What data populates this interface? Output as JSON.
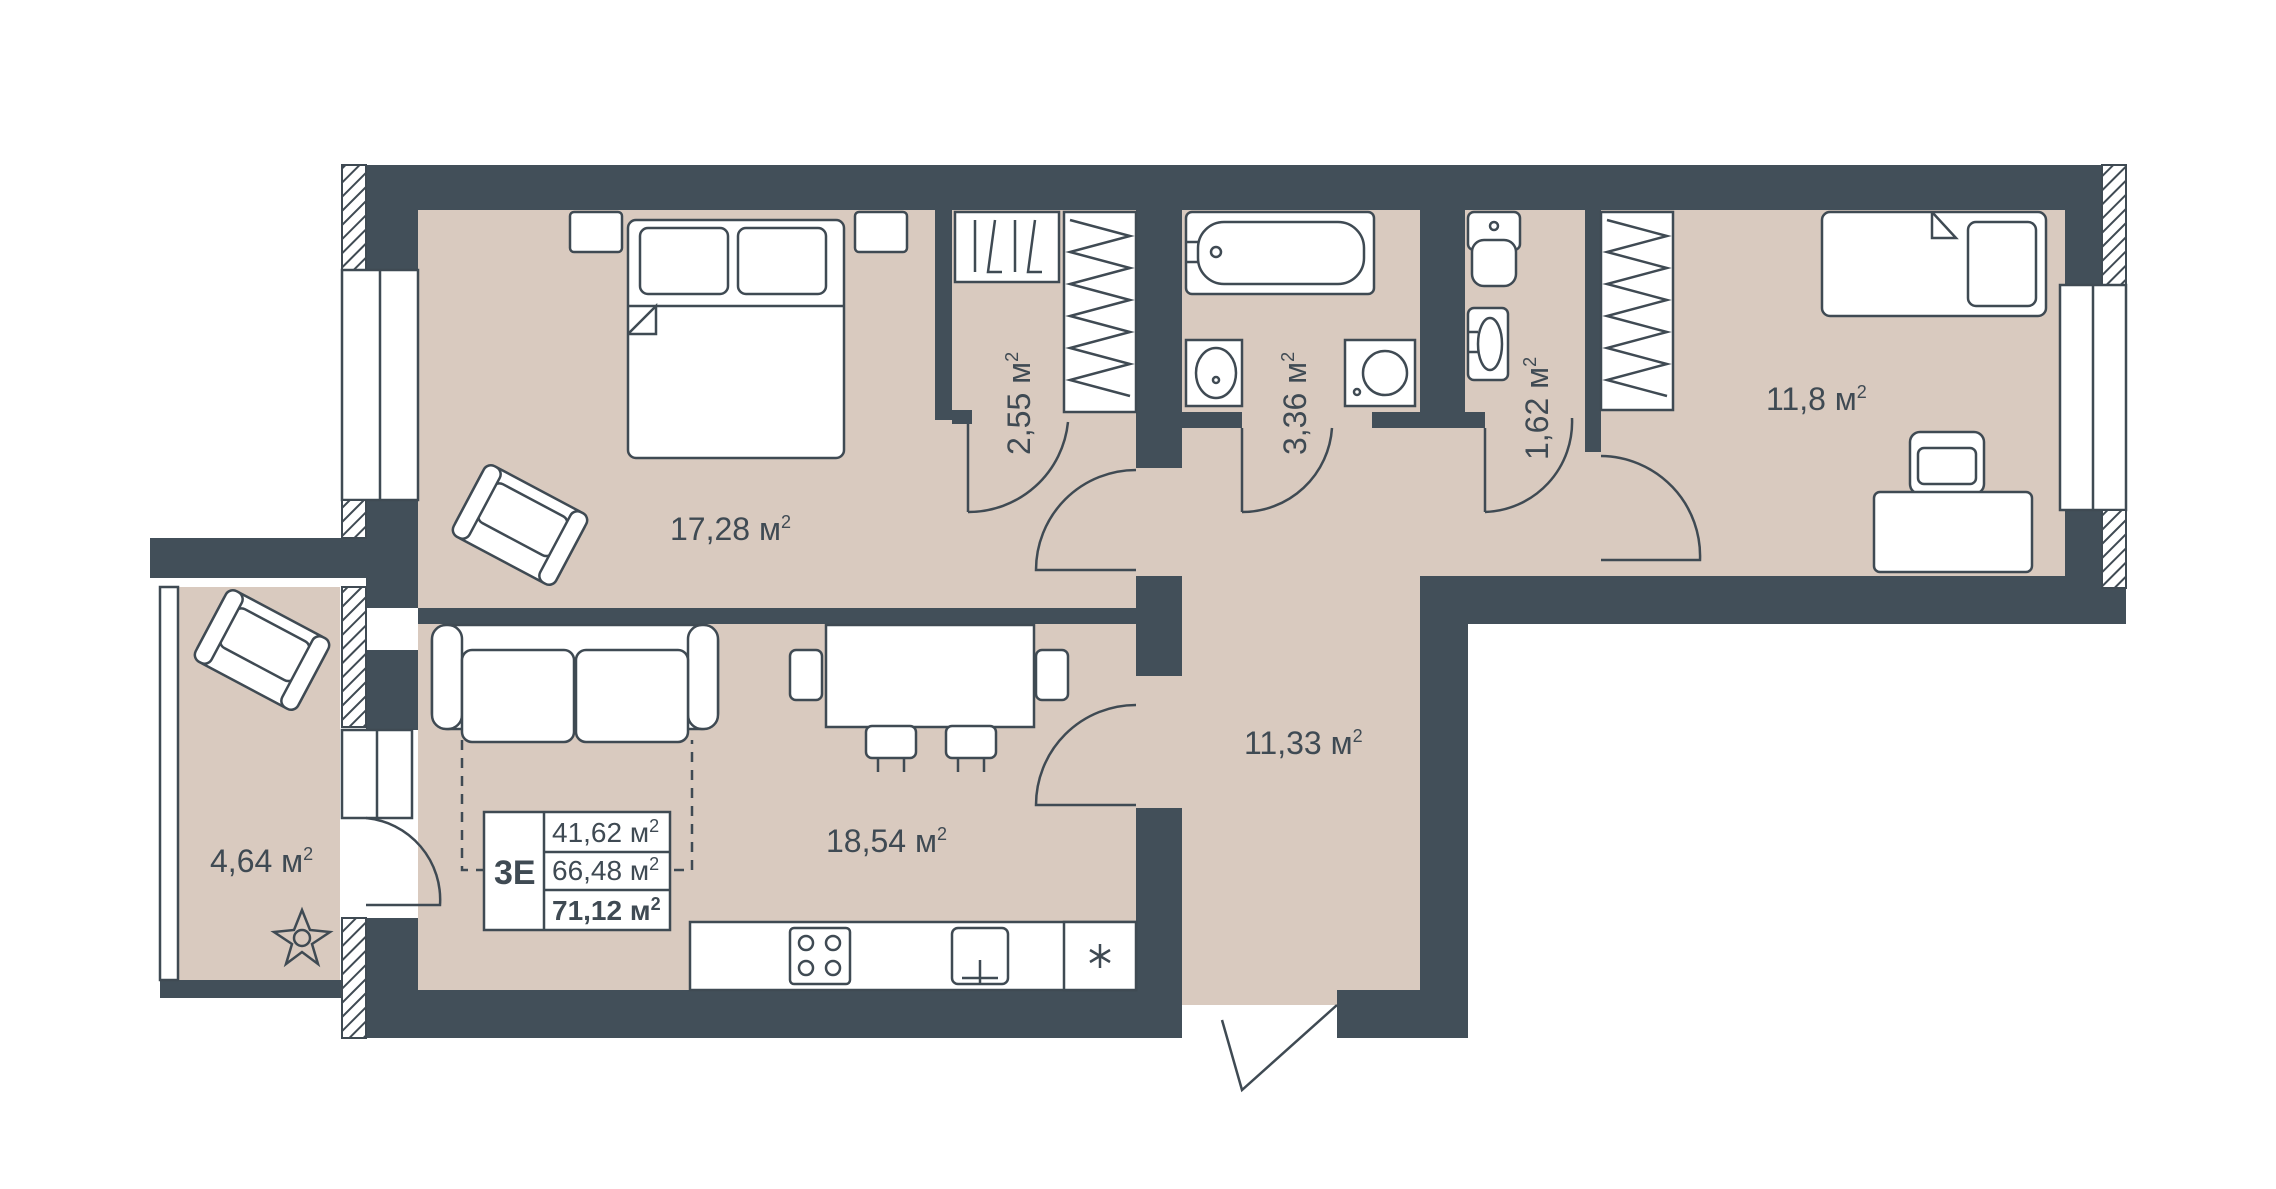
{
  "colors": {
    "wall": "#424f59",
    "floor": "#d9cabf",
    "furniture_fill": "#ffffff",
    "line": "#3f4a53"
  },
  "rooms": {
    "bedroom": {
      "area": "17,28 м",
      "unit_sup": "2"
    },
    "wardrobe": {
      "area": "2,55 м",
      "unit_sup": "2"
    },
    "bathroom": {
      "area": "3,36 м",
      "unit_sup": "2"
    },
    "toilet": {
      "area": "1,62 м",
      "unit_sup": "2"
    },
    "kids_room": {
      "area": "11,8 м",
      "unit_sup": "2"
    },
    "living_kitchen": {
      "area": "18,54 м",
      "unit_sup": "2"
    },
    "hall": {
      "area": "11,33 м",
      "unit_sup": "2"
    },
    "balcony": {
      "area": "4,64 м",
      "unit_sup": "2"
    }
  },
  "legend": {
    "code": "3E",
    "living_area": "41,62 м",
    "total_area": "66,48 м",
    "total_with_balcony": "71,12 м",
    "unit_sup": "2"
  },
  "icons": [
    "bed-icon",
    "armchair-icon",
    "sofa-icon",
    "dining-table-icon",
    "stove-icon",
    "sink-icon",
    "fridge-icon",
    "bathtub-icon",
    "toilet-icon",
    "washing-machine-icon",
    "desk-icon",
    "plant-icon",
    "wardrobe-icon"
  ]
}
